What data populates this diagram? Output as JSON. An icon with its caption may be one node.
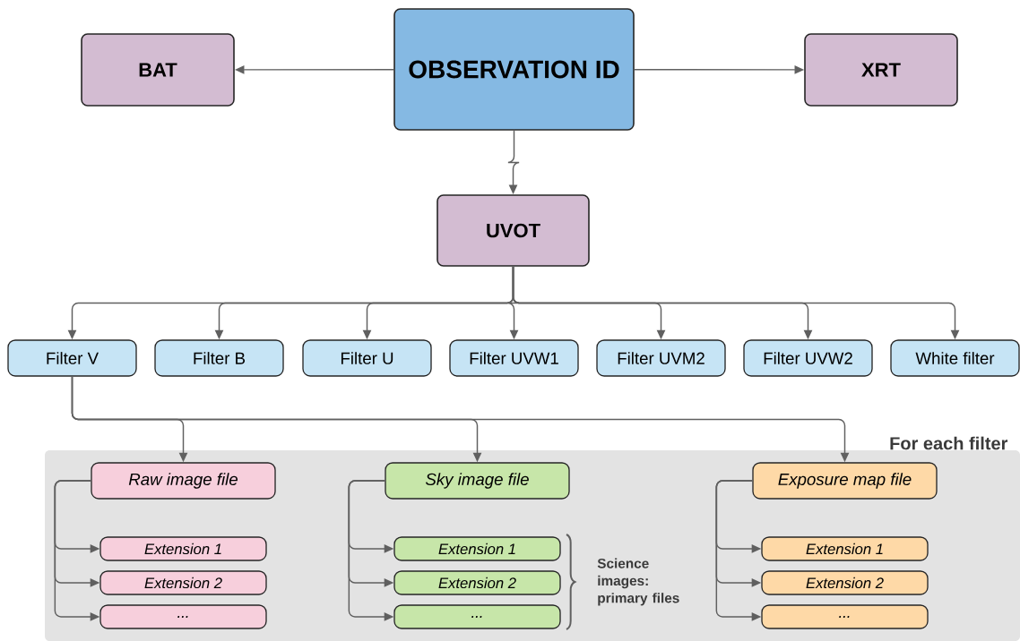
{
  "diagram": {
    "nodes": [
      {
        "text": [
          "OBSERVATION ID"
        ]
      },
      {
        "text": [
          "BAT"
        ]
      },
      {
        "text": [
          "XRT"
        ]
      },
      {
        "text": [
          "UVOT"
        ]
      },
      {
        "text": [
          "Filter V"
        ]
      },
      {
        "text": [
          "Filter B"
        ]
      },
      {
        "text": [
          "Filter U"
        ]
      },
      {
        "text": [
          "Filter UVW1"
        ]
      },
      {
        "text": [
          "Filter UVM2"
        ]
      },
      {
        "text": [
          "Filter UVW2"
        ]
      },
      {
        "text": [
          "White filter"
        ]
      },
      {
        "text": [
          "For each filter"
        ]
      },
      {
        "text": [
          "Raw image file"
        ],
        "in": 11
      },
      {
        "text": [
          "Extension 1"
        ],
        "in": 11
      },
      {
        "text": [
          "Extension 2"
        ],
        "in": 11
      },
      {
        "text": [
          "..."
        ],
        "in": 11
      },
      {
        "text": [
          "Sky image file"
        ],
        "in": 11
      },
      {
        "text": [
          "Extension 1"
        ],
        "in": 11
      },
      {
        "text": [
          "Extension 2"
        ],
        "in": 11
      },
      {
        "text": [
          "..."
        ],
        "in": 11
      },
      {
        "text": [
          "Exposure map file"
        ],
        "in": 11
      },
      {
        "text": [
          "Extension 1"
        ],
        "in": 11
      },
      {
        "text": [
          "Extension 2"
        ],
        "in": 11
      },
      {
        "text": [
          "..."
        ],
        "in": 11
      }
    ],
    "edges": [
      {
        "from": 0,
        "to": 1,
        "arrow": "to"
      },
      {
        "from": 0,
        "to": 2,
        "arrow": "to"
      },
      {
        "from": 0,
        "to": 3,
        "arrow": "to"
      },
      {
        "from": 3,
        "to": 4,
        "arrow": "to"
      },
      {
        "from": 3,
        "to": 5,
        "arrow": "to"
      },
      {
        "from": 3,
        "to": 6,
        "arrow": "to"
      },
      {
        "from": 3,
        "to": 7,
        "arrow": "to"
      },
      {
        "from": 3,
        "to": 8,
        "arrow": "to"
      },
      {
        "from": 3,
        "to": 9,
        "arrow": "to"
      },
      {
        "from": 3,
        "to": 10,
        "arrow": "to"
      },
      {
        "from": 4,
        "to": 12,
        "arrow": "to"
      },
      {
        "from": 4,
        "to": 16,
        "arrow": "to"
      },
      {
        "from": 4,
        "to": 20,
        "arrow": "to"
      },
      {
        "from": 12,
        "to": 13,
        "arrow": "to"
      },
      {
        "from": 12,
        "to": 14,
        "arrow": "to"
      },
      {
        "from": 12,
        "to": 15,
        "arrow": "to"
      },
      {
        "from": 16,
        "to": 17,
        "arrow": "to"
      },
      {
        "from": 16,
        "to": 18,
        "arrow": "to"
      },
      {
        "from": 16,
        "to": 19,
        "arrow": "to"
      },
      {
        "from": 20,
        "to": 21,
        "arrow": "to"
      },
      {
        "from": 20,
        "to": 22,
        "arrow": "to"
      },
      {
        "from": 20,
        "to": 23,
        "arrow": "to"
      }
    ],
    "labels": [
      "Science images: primary files"
    ]
  }
}
